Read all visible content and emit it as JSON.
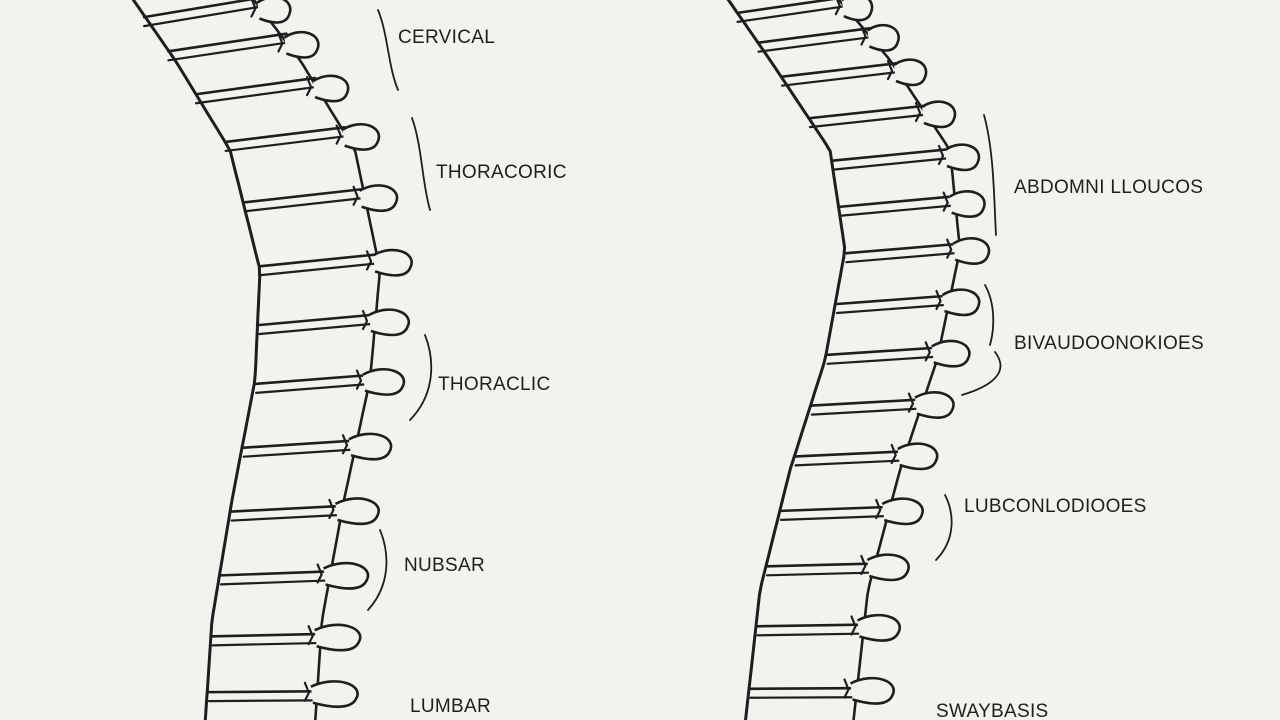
{
  "diagrams": [
    {
      "name": "left-spine",
      "labels": [
        {
          "id": "cervical",
          "text": "CERVICAL"
        },
        {
          "id": "thoracoric",
          "text": "THORACORIC"
        },
        {
          "id": "thoraclic",
          "text": "THORACLIC"
        },
        {
          "id": "nubsar",
          "text": "NUBSAR"
        },
        {
          "id": "lumbar",
          "text": "LUMBAR"
        }
      ]
    },
    {
      "name": "right-spine",
      "labels": [
        {
          "id": "abdominal",
          "text": "ABDOMNI LLOUCOS"
        },
        {
          "id": "biavaud",
          "text": "BIVAUDOONOKIOES"
        },
        {
          "id": "lubcon",
          "text": "LUBCONLODIOOES"
        },
        {
          "id": "swaybasis",
          "text": "SWAYBASIS"
        }
      ]
    }
  ],
  "colors": {
    "background": "#f3f2ef",
    "ink": "#1e1e1e"
  }
}
